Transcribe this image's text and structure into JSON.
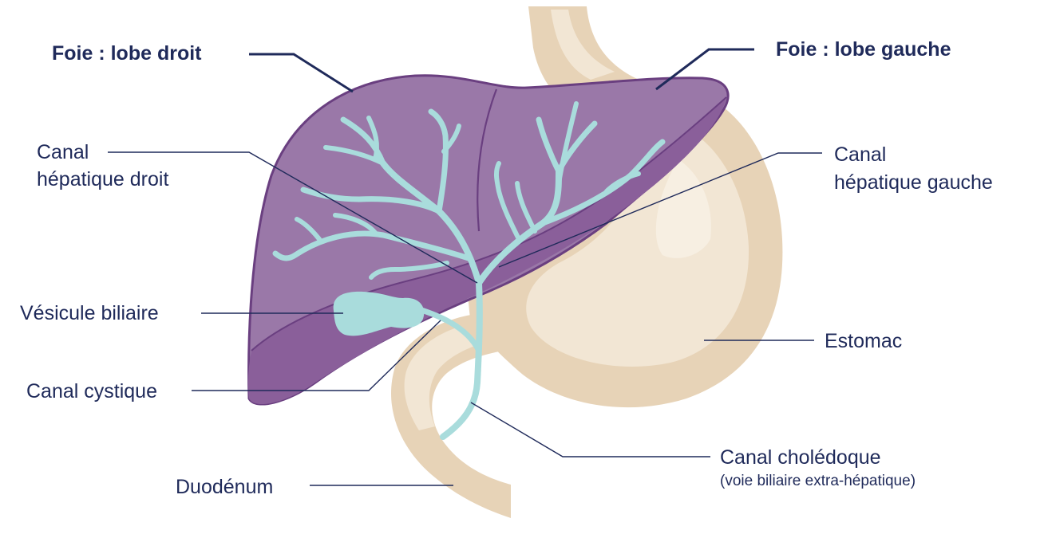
{
  "labels": {
    "liver_right_lobe": "Foie : lobe droit",
    "liver_left_lobe": "Foie : lobe gauche",
    "right_hepatic_duct_line1": "Canal",
    "right_hepatic_duct_line2": "hépatique droit",
    "left_hepatic_duct_line1": "Canal",
    "left_hepatic_duct_line2": "hépatique gauche",
    "gallbladder": "Vésicule biliaire",
    "cystic_duct": "Canal cystique",
    "stomach": "Estomac",
    "common_bile_duct": "Canal cholédoque",
    "common_bile_duct_note": "(voie biliaire extra-hépatique)",
    "duodenum": "Duodénum"
  },
  "colors": {
    "liver": "#9a78a8",
    "liver_dark": "#8a5f9a",
    "liver_outline": "#6a3f80",
    "stomach": "#e7d3b7",
    "stomach_light": "#f2e6d4",
    "stomach_inner": "#f7efe2",
    "ducts": "#a9dcdc",
    "text": "#1f2a5a"
  }
}
